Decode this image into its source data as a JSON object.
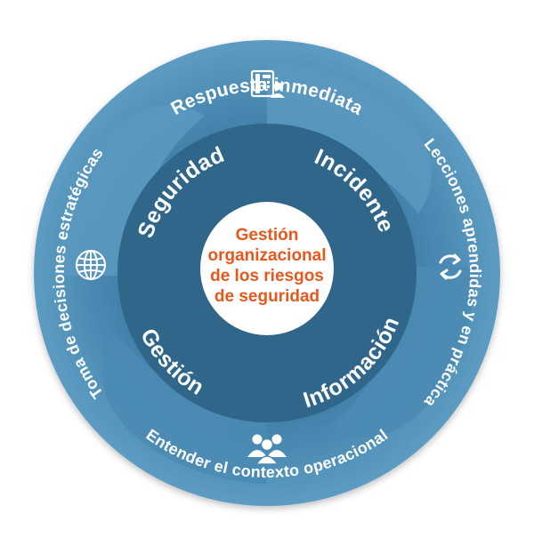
{
  "center": {
    "lines": [
      "Gestión",
      "organizacional",
      "de los riesgos",
      "de seguridad"
    ]
  },
  "inner_ring": {
    "labels": {
      "top_left": "Seguridad",
      "top_right": "Incidente",
      "bottom_left": "Gestión",
      "bottom_right": "Información"
    }
  },
  "outer_ring": {
    "labels": {
      "top": "Respuesta inmediata",
      "right": "Lecciones aprendidas y en práctica",
      "bottom": "Entender el contexto operacional",
      "left": "Toma de decisiones estratégicas"
    },
    "icons": {
      "top": "phone-user-icon",
      "right": "refresh-cycle-icon",
      "bottom": "team-group-icon",
      "left": "globe-icon"
    }
  },
  "colors": {
    "outer_ring": "#4f8fb5",
    "outer_ring_dark": "#3a7aa3",
    "inner_ring": "#2f6689",
    "center_circle": "#ffffff",
    "center_text": "#e8571c",
    "label_text": "#ffffff"
  }
}
